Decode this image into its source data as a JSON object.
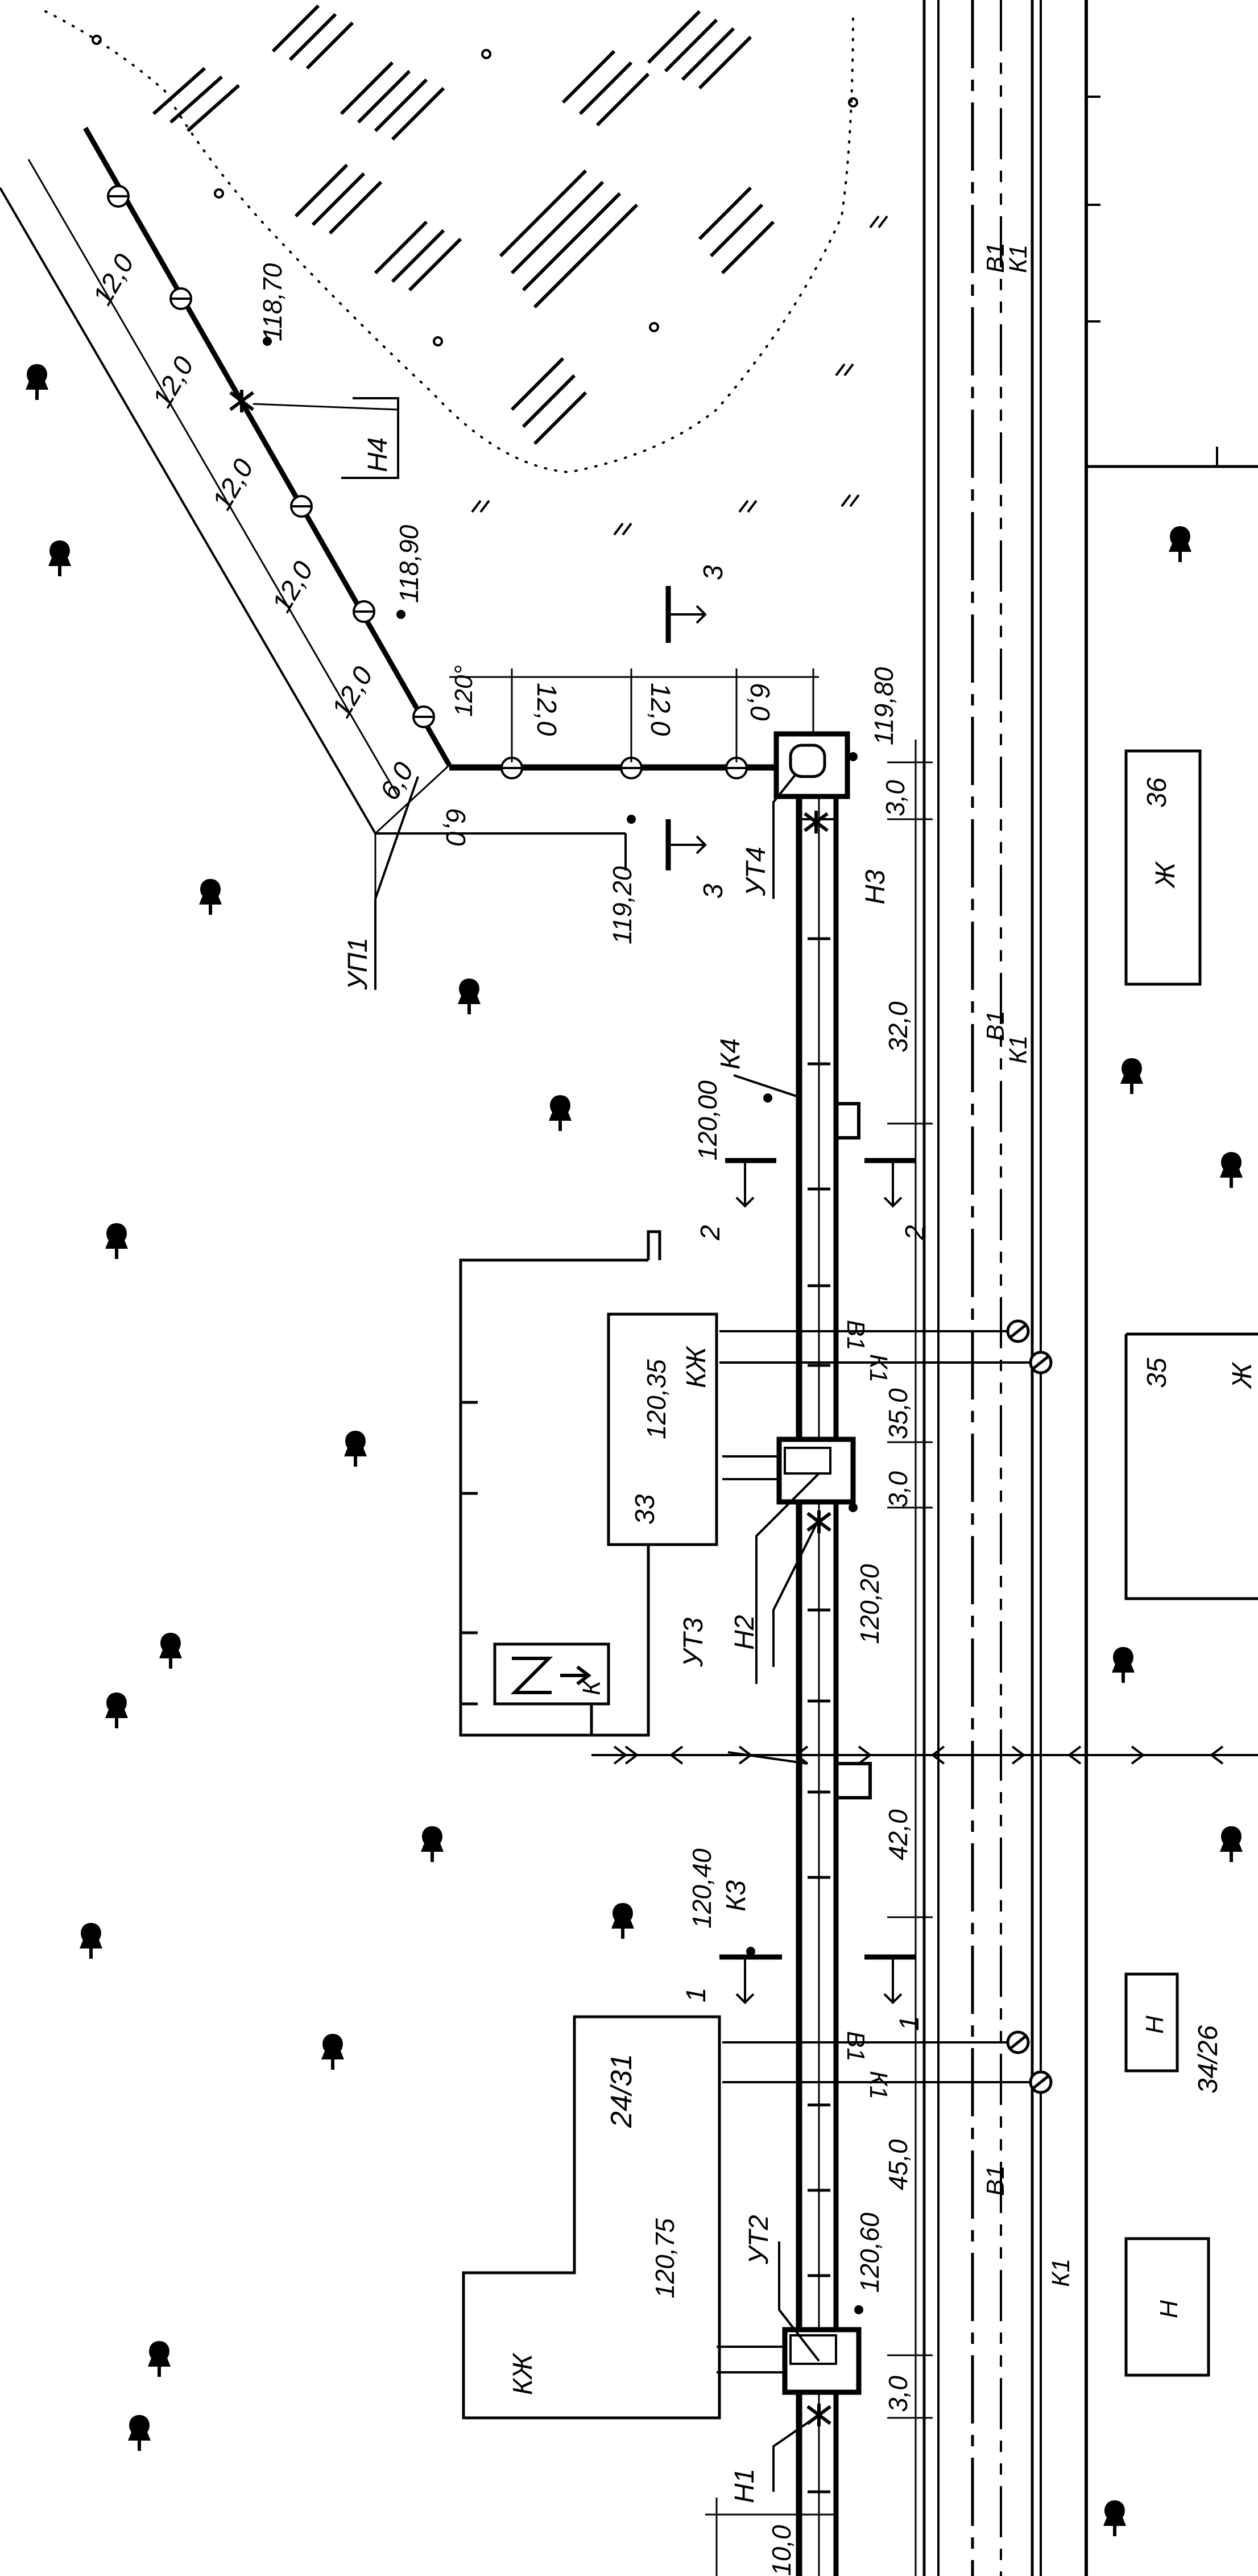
{
  "plan": {
    "labels": {
      "up1": "УП1",
      "ut2": "УТ2",
      "ut3": "УТ3",
      "ut4": "УТ4",
      "k3": "К3",
      "k4": "К4",
      "n1": "Н1",
      "n2": "Н2",
      "n3": "Н3",
      "n4": "Н4",
      "angle": "120°",
      "section_1": "1",
      "section_2": "2",
      "section_3": "3",
      "z_k": "К",
      "z": "Z"
    },
    "dimensions": {
      "diag_1": "12,0",
      "diag_2": "12,0",
      "diag_3": "12,0",
      "diag_4": "12,0",
      "diag_5": "12,0",
      "diag_6": "6,0",
      "top_1": "6,0",
      "top_2": "12,0",
      "top_3": "12,0",
      "top_4": "6,0",
      "d_3_top": "3,0",
      "d_32": "32,0",
      "d_35": "35,0",
      "d_3_mid": "3,0",
      "d_42": "42,0",
      "d_45": "45,0",
      "d_3_bot": "3,0",
      "d_10": "10,0"
    },
    "elevations": {
      "e1": "118,70",
      "e2": "118,90",
      "e3": "119,80",
      "e4": "119,20",
      "e5": "120,00",
      "e6": "120,35",
      "e7": "120,20",
      "e8": "120,40",
      "e9": "120,60",
      "e10": "120,75"
    },
    "buildings": {
      "b33": "33",
      "b33_type": "КЖ",
      "b2431": "24/31",
      "b2431_type": "КЖ",
      "b36": "36",
      "b36_type": "Ж",
      "b35": "35",
      "b35_type": "Ж",
      "h1": "Н",
      "h2": "Н",
      "b3426": "34/26"
    },
    "network_labels": {
      "v1_top": "В1",
      "k1_top": "К1",
      "v1_mid": "В1",
      "k1_mid": "К1",
      "v1_bot": "В1",
      "k1_bot": "К1",
      "v1_branch1": "В1",
      "k1_branch1": "К1",
      "v1_branch2": "В1",
      "k1_branch2": "К1"
    }
  }
}
